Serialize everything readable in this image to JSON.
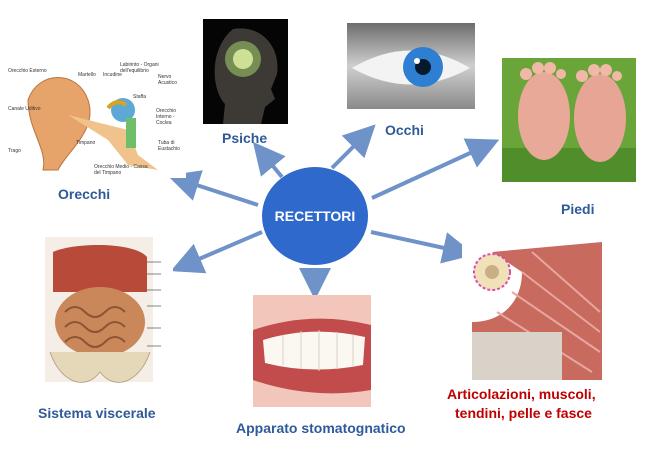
{
  "center": {
    "label": "RECETTORI"
  },
  "colors": {
    "center_fill": "#2f69cc",
    "blue_label": "#2f5a9a",
    "red_label": "#c00000",
    "arrow": "#6f93c9"
  },
  "nodes": [
    {
      "id": "orecchi",
      "label": "Orecchi",
      "icon": "ear-anatomy-image"
    },
    {
      "id": "psiche",
      "label": "Psiche",
      "icon": "brain-head-image"
    },
    {
      "id": "occhi",
      "label": "Occhi",
      "icon": "eye-image"
    },
    {
      "id": "piedi",
      "label": "Piedi",
      "icon": "feet-image"
    },
    {
      "id": "sistema-viscerale",
      "label": "Sistema viscerale",
      "icon": "viscera-image"
    },
    {
      "id": "apparato-stomatognatico",
      "label": "Apparato stomatognatico",
      "icon": "teeth-image"
    },
    {
      "id": "articolazioni",
      "label_lines": [
        "Articolazioni, muscoli,",
        "tendini, pelle e fasce"
      ],
      "icon": "spine-muscle-image"
    }
  ],
  "ear_annotations": [
    "Orecchio Esterno",
    "Martello",
    "Incudine",
    "Labirinto - Organi dell'equilibrio",
    "Nervo Acustico",
    "Staffa",
    "Canale Uditivo",
    "Orecchio Interno - Coclea",
    "Timpano",
    "Tuba di Eustachio",
    "Trago",
    "Orecchio Medio - Cassa del Timpano"
  ]
}
